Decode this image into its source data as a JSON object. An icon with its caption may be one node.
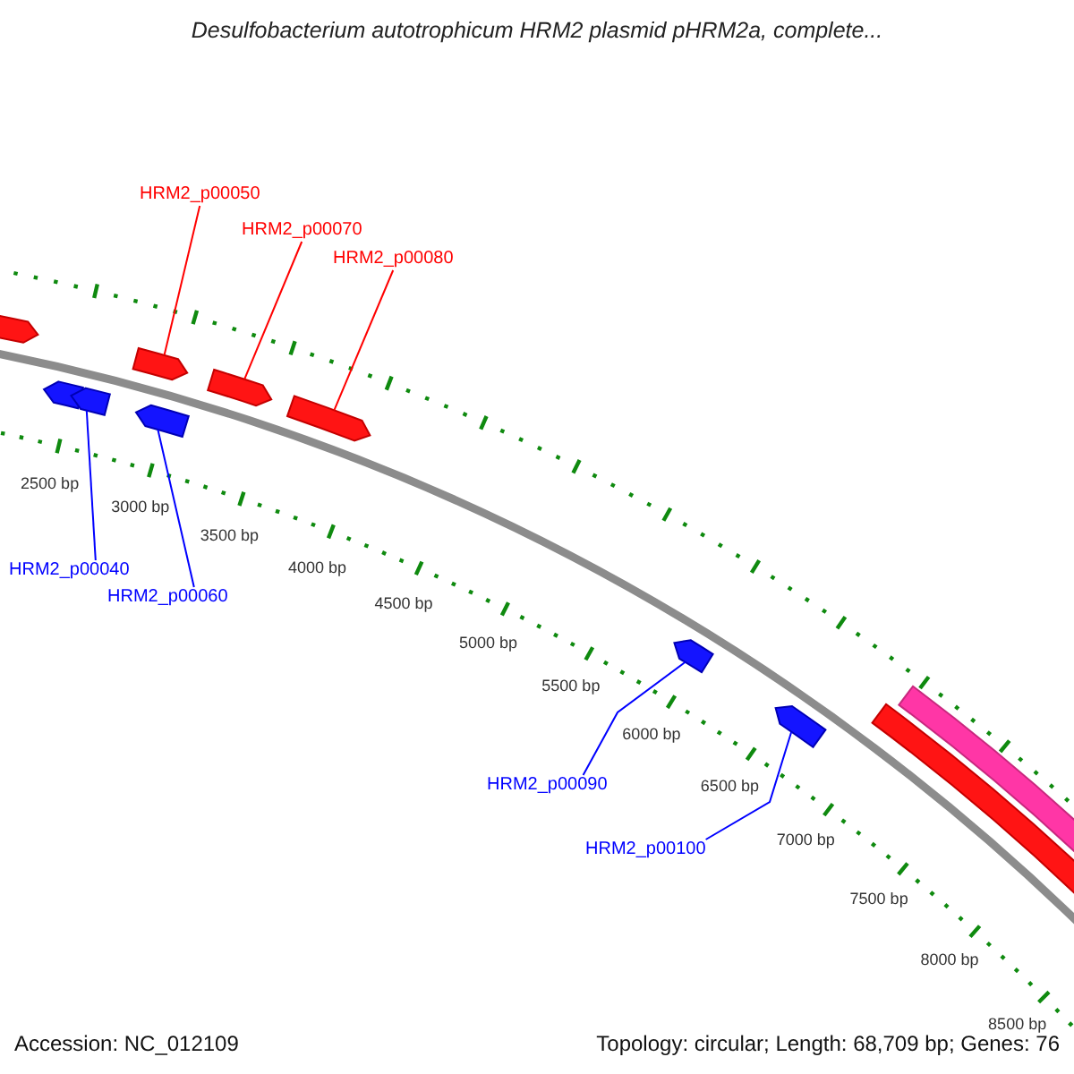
{
  "diagram": {
    "title": "Desulfobacterium autotrophicum HRM2 plasmid pHRM2a, complete...",
    "nodes": [
      {
        "text": [
          "HRM2_p00050"
        ]
      },
      {
        "text": [
          "HRM2_p00070"
        ]
      },
      {
        "text": [
          "HRM2_p00080"
        ]
      },
      {
        "text": [
          "HRM2_p00040"
        ]
      },
      {
        "text": [
          "HRM2_p00060"
        ]
      },
      {
        "text": [
          "HRM2_p00090"
        ]
      },
      {
        "text": [
          "HRM2_p00100"
        ]
      },
      {
        "text": [],
        "shape": "arrow"
      },
      {
        "text": [],
        "shape": "arrow"
      },
      {
        "text": [],
        "shape": "arrow"
      },
      {
        "text": [],
        "shape": "arrow"
      },
      {
        "text": [],
        "shape": "arrow"
      },
      {
        "text": [],
        "shape": "arrow"
      },
      {
        "text": [],
        "shape": "arrow"
      },
      {
        "text": [],
        "shape": "arrow"
      },
      {
        "text": [],
        "shape": "arrow"
      },
      {
        "text": [],
        "shape": "bar"
      },
      {
        "text": [],
        "shape": "bar"
      }
    ],
    "edges": [
      {
        "from": 0,
        "to": 10,
        "arrow": "none",
        "color": "#ff0000"
      },
      {
        "from": 1,
        "to": 12,
        "arrow": "none",
        "color": "#ff0000"
      },
      {
        "from": 2,
        "to": 13,
        "arrow": "none",
        "color": "#ff0000"
      },
      {
        "from": 3,
        "to": 9,
        "arrow": "none"
      },
      {
        "from": 4,
        "to": 11,
        "arrow": "none"
      },
      {
        "from": 5,
        "to": 14,
        "arrow": "none"
      },
      {
        "from": 6,
        "to": 15,
        "arrow": "none"
      }
    ],
    "labels": [
      "2500 bp",
      "3000 bp",
      "3500 bp",
      "4000 bp",
      "4500 bp",
      "5000 bp",
      "5500 bp",
      "6000 bp",
      "6500 bp",
      "7000 bp",
      "7500 bp",
      "8000 bp",
      "8500 bp",
      "Accession: NC_012109",
      "Topology: circular; Length: 68,709 bp; Genes: 76"
    ]
  }
}
